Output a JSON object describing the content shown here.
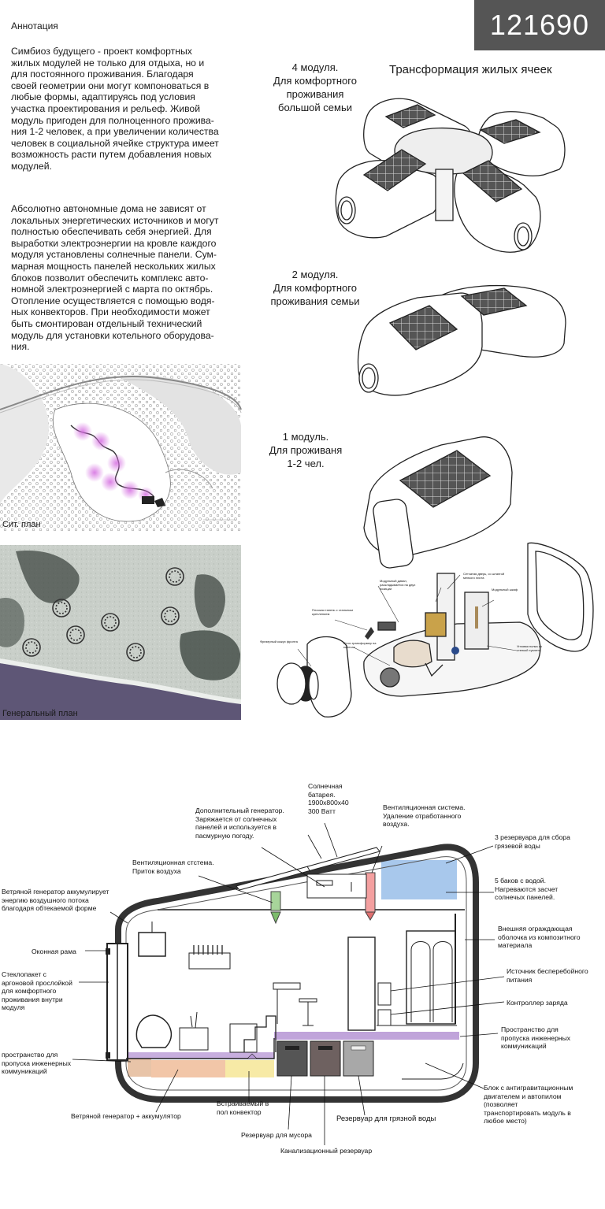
{
  "badge": "121690",
  "annotation": {
    "heading": "Аннотация",
    "p1_lines": [
      "Симбиоз будущего - проект комфортных",
      "жилых модулей не только для отдыха, но и",
      "для постоянного проживания. Благодаря",
      "своей геометрии они могут компоноваться в",
      "любые формы, адаптируясь под условия",
      "участка проектирования и рельеф. Живой",
      "модуль пригоден для полноценного прожива-",
      "ния 1-2 человек, а при увеличении количества",
      "человек в социальной ячейке структура имеет",
      "возможность расти путем добавления новых",
      "модулей."
    ],
    "p2_lines": [
      "Абсолютно автономные дома не зависят от",
      "локальных энергетических источников и могут",
      "полностью обеспечивать себя энергией. Для",
      "выработки электроэнергии на кровле каждого",
      "модуля установлены солнечные панели. Сум-",
      "марная мощность панелей нескольких жилых",
      "блоков позволит обеспечить комплекс авто-",
      "номной электроэнергией с марта по октябрь.",
      "Отопление осуществляется с помощью водя-",
      "ных конвекторов. При необходимости может",
      "быть смонтирован отдельный технический",
      "модуль для установки котельного оборудова-",
      "ния."
    ]
  },
  "maps": {
    "site_plan": "Сит. план",
    "general_plan": "Генеральный план"
  },
  "transform": {
    "title": "Трансформация жилых ячеек",
    "m4": [
      "4 модуля.",
      "Для комфортного",
      "проживания",
      "большой семьи"
    ],
    "m2": [
      "2 модуля.",
      "Для комфортного",
      "проживания семьи"
    ],
    "m1": [
      "1 модуль.",
      "Для проживаня",
      "1-2 чел."
    ]
  },
  "section": {
    "solar": [
      "Солнечная",
      "батарея.",
      "1900x800x40",
      "300 Ватт"
    ],
    "generator": [
      "Дополнительный генератор.",
      "Заряжается от солнечных",
      "панелей и используется в",
      "пасмурную погоду."
    ],
    "vent_out": [
      "Вентиляционная система.",
      "Удаление отработанного",
      "воздуха."
    ],
    "grey_tanks": [
      "3 резервуара для сбора",
      "грязевой воды"
    ],
    "water_tanks": [
      "5 баков с водой.",
      "Нагреваются засчет",
      "солнечых панелей."
    ],
    "vent_in": [
      "Вентиляционная стстема.",
      "Приток воздуха"
    ],
    "wind_gen": [
      "Ветряной генератор аккумулирует",
      "энергию воздушного потока",
      "благодаря обтекаемой форме"
    ],
    "shell": [
      "Внешняя ограждающая",
      "оболочка из композитного",
      "материала"
    ],
    "frame": "Оконная рама",
    "glass": [
      "Стеклопакет с",
      "аргоновой прослойкой",
      "для комфортного",
      "проживания внутри",
      "модуля"
    ],
    "ups": [
      "Источник бесперебойного",
      "питания"
    ],
    "charge": "Контроллер заряда",
    "util_r": [
      "Пространство для",
      "пропуска инженерных",
      "коммуникаций"
    ],
    "util_l": [
      "пространство для",
      "пропуска инженерных",
      "коммуникаций"
    ],
    "antigrav": [
      "Блок с антигравитационным",
      "двигателем и автопилом",
      "(позволяет",
      "транспортировать модуль в",
      "любое место)"
    ],
    "wind_bat": "Ветряной генератор + аккумулятор",
    "convector": [
      "Встраиваемый в",
      "пол конвектор"
    ],
    "trash": "Резервуар для мусора",
    "dirty": "Резервуар для грязной воды",
    "sewer": "Канализационный резервуар"
  },
  "explode_labels": [
    "Сетчатая дверь, со штангой мелкого листа",
    "Модульный шкаф",
    "Модульный диван, раскладывается на двух позиции",
    "Плоская тапель с стальным креплением",
    "Фрезерный кожух фронта",
    "Стол-трансформер на колесах",
    "Угловая полка со стенкой туалета"
  ]
}
